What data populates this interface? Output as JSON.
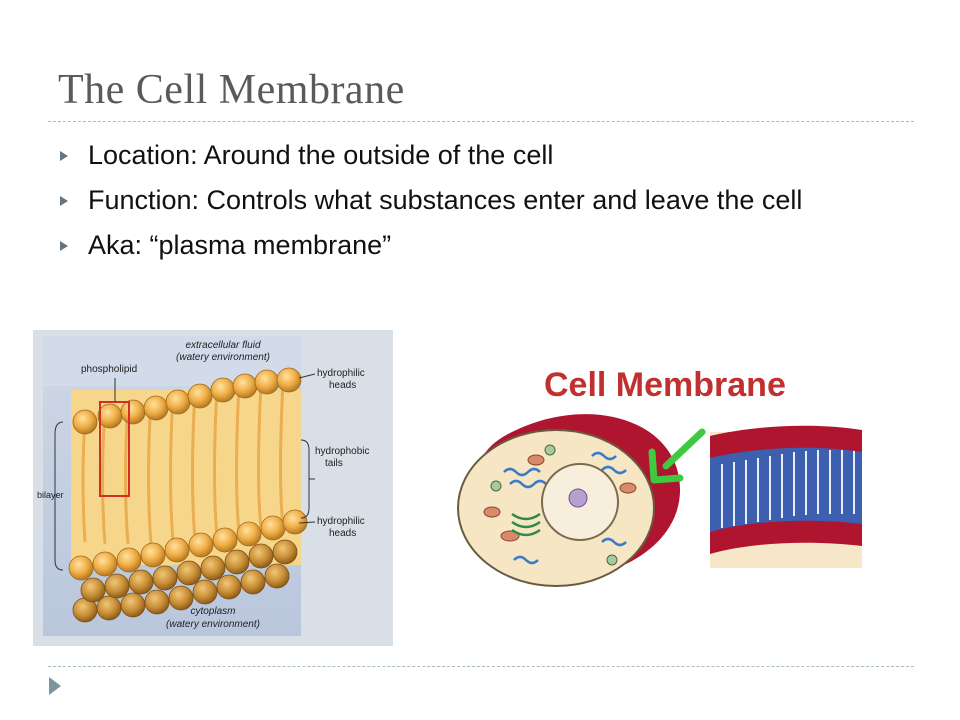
{
  "slide": {
    "title": "The Cell Membrane",
    "bullets": [
      "Location:  Around the outside of the cell",
      "Function:  Controls what substances enter and leave the cell",
      "Aka:  “plasma membrane”"
    ]
  },
  "left_figure": {
    "top_label_1": "extracellular fluid",
    "top_label_2": "(watery environment)",
    "phospholipid": "phospholipid",
    "heads_top_1": "hydrophilic",
    "heads_top_2": "heads",
    "tails_1": "hydrophobic",
    "tails_2": "tails",
    "bilayer": "bilayer",
    "heads_bottom_1": "hydrophilic",
    "heads_bottom_2": "heads",
    "bottom_label_1": "cytoplasm",
    "bottom_label_2": "(watery environment)"
  },
  "right_figure": {
    "title": "Cell Membrane"
  },
  "colors": {
    "title": "#5a5a5a",
    "rule": "#a9bdc9",
    "bullet_arrow": "#657681",
    "membrane_red": "#b01530",
    "pointer_green": "#3ec93e"
  }
}
